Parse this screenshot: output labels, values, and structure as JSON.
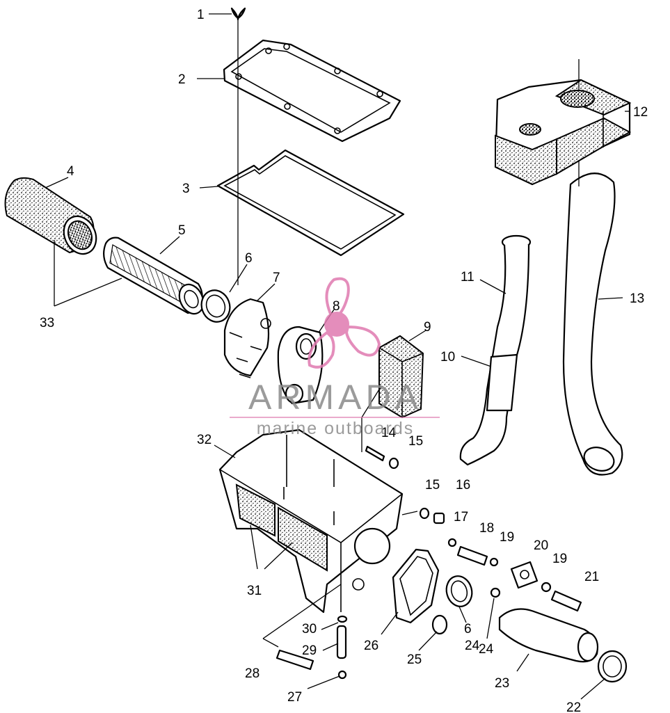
{
  "watermark": {
    "brand": "ARMADA",
    "tagline": "marine outboards",
    "colors": {
      "logo": "#e07ab0",
      "logo_dark": "#c9509a",
      "text": "#8a8a8a"
    }
  },
  "callouts": {
    "c1": "1",
    "c2": "2",
    "c3": "3",
    "c4": "4",
    "c5": "5",
    "c6a": "6",
    "c6b": "6",
    "c7": "7",
    "c8": "8",
    "c9": "9",
    "c10": "10",
    "c11": "11",
    "c12": "12",
    "c13": "13",
    "c14": "14",
    "c15a": "15",
    "c15b": "15",
    "c16": "16",
    "c17": "17",
    "c18": "18",
    "c19a": "19",
    "c19b": "19",
    "c20": "20",
    "c21": "21",
    "c22": "22",
    "c23": "23",
    "c24a": "24",
    "c24b": "24",
    "c25": "25",
    "c26": "26",
    "c27": "27",
    "c28": "28",
    "c29": "29",
    "c30": "30",
    "c31": "31",
    "c32": "32",
    "c33": "33"
  }
}
